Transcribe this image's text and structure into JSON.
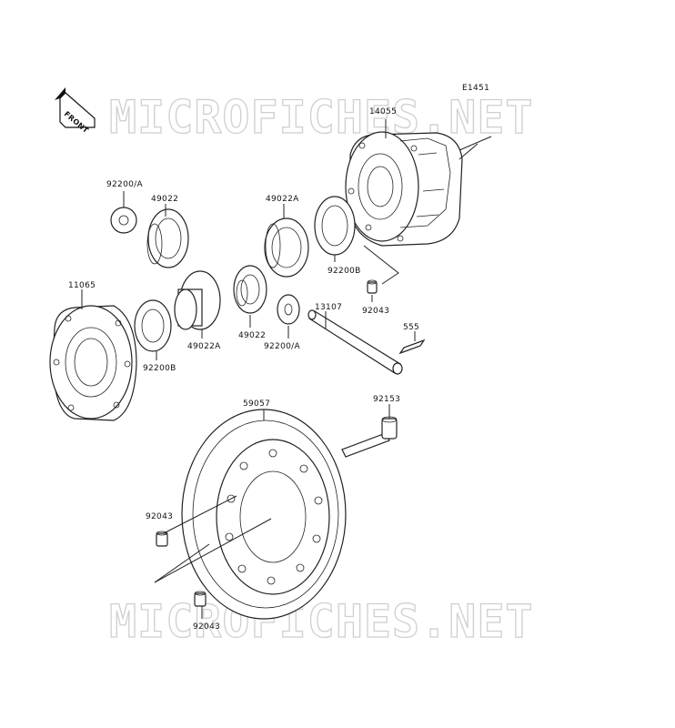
{
  "diagram": {
    "figure_code": "E1451",
    "front_indicator": "FRONT",
    "watermark": "MICROFICHES.NET",
    "part_labels": [
      {
        "id": "p14055",
        "text": "14055"
      },
      {
        "id": "p92200a_top",
        "text": "92200/A"
      },
      {
        "id": "p49022_top",
        "text": "49022"
      },
      {
        "id": "p49022a_top",
        "text": "49022A"
      },
      {
        "id": "p92200b_right",
        "text": "92200B"
      },
      {
        "id": "p92043_top",
        "text": "92043"
      },
      {
        "id": "p11065",
        "text": "11065"
      },
      {
        "id": "p13107",
        "text": "13107"
      },
      {
        "id": "p555",
        "text": "555"
      },
      {
        "id": "p92200b_left",
        "text": "92200B"
      },
      {
        "id": "p49022a_bottom",
        "text": "49022A"
      },
      {
        "id": "p49022_bottom",
        "text": "49022"
      },
      {
        "id": "p92200a_bottom",
        "text": "92200/A"
      },
      {
        "id": "p59057",
        "text": "59057"
      },
      {
        "id": "p92153",
        "text": "92153"
      },
      {
        "id": "p92043_left",
        "text": "92043"
      },
      {
        "id": "p92043_bottom",
        "text": "92043"
      }
    ]
  }
}
